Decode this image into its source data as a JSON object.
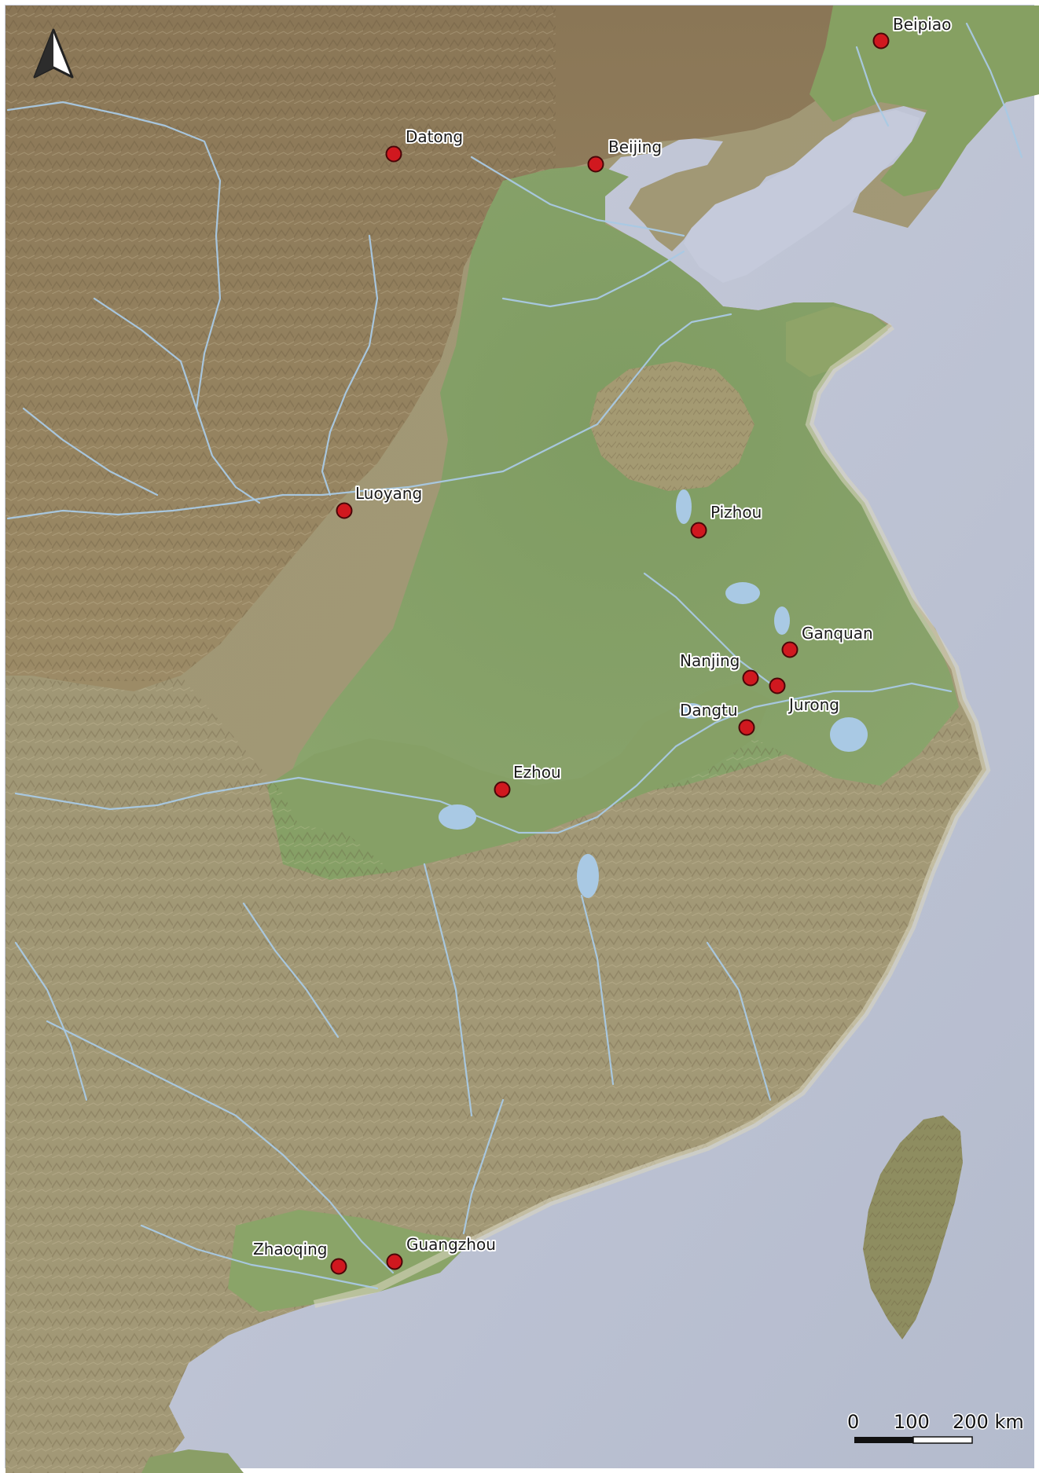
{
  "map": {
    "colors": {
      "sea": "#c3c8d8",
      "plateau": "#8d7c5c",
      "hills": "#a59a78",
      "plain": "#7e9a62",
      "lowland": "#9aae7c",
      "island_relief": "#8a8a5a",
      "river": "#a9c9e4",
      "site_marker": "#d0181f",
      "site_outline": "#4a0608"
    },
    "north_arrow": {
      "icon": "north-arrow-icon"
    },
    "sites": [
      {
        "name": "Beipiao"
      },
      {
        "name": "Datong"
      },
      {
        "name": "Beijing"
      },
      {
        "name": "Luoyang"
      },
      {
        "name": "Pizhou"
      },
      {
        "name": "Ganquan"
      },
      {
        "name": "Nanjing"
      },
      {
        "name": "Jurong"
      },
      {
        "name": "Dangtu"
      },
      {
        "name": "Ezhou"
      },
      {
        "name": "Zhaoqing"
      },
      {
        "name": "Guangzhou"
      }
    ],
    "scale_bar": {
      "ticks": [
        "0",
        "100",
        "200 km"
      ]
    }
  }
}
